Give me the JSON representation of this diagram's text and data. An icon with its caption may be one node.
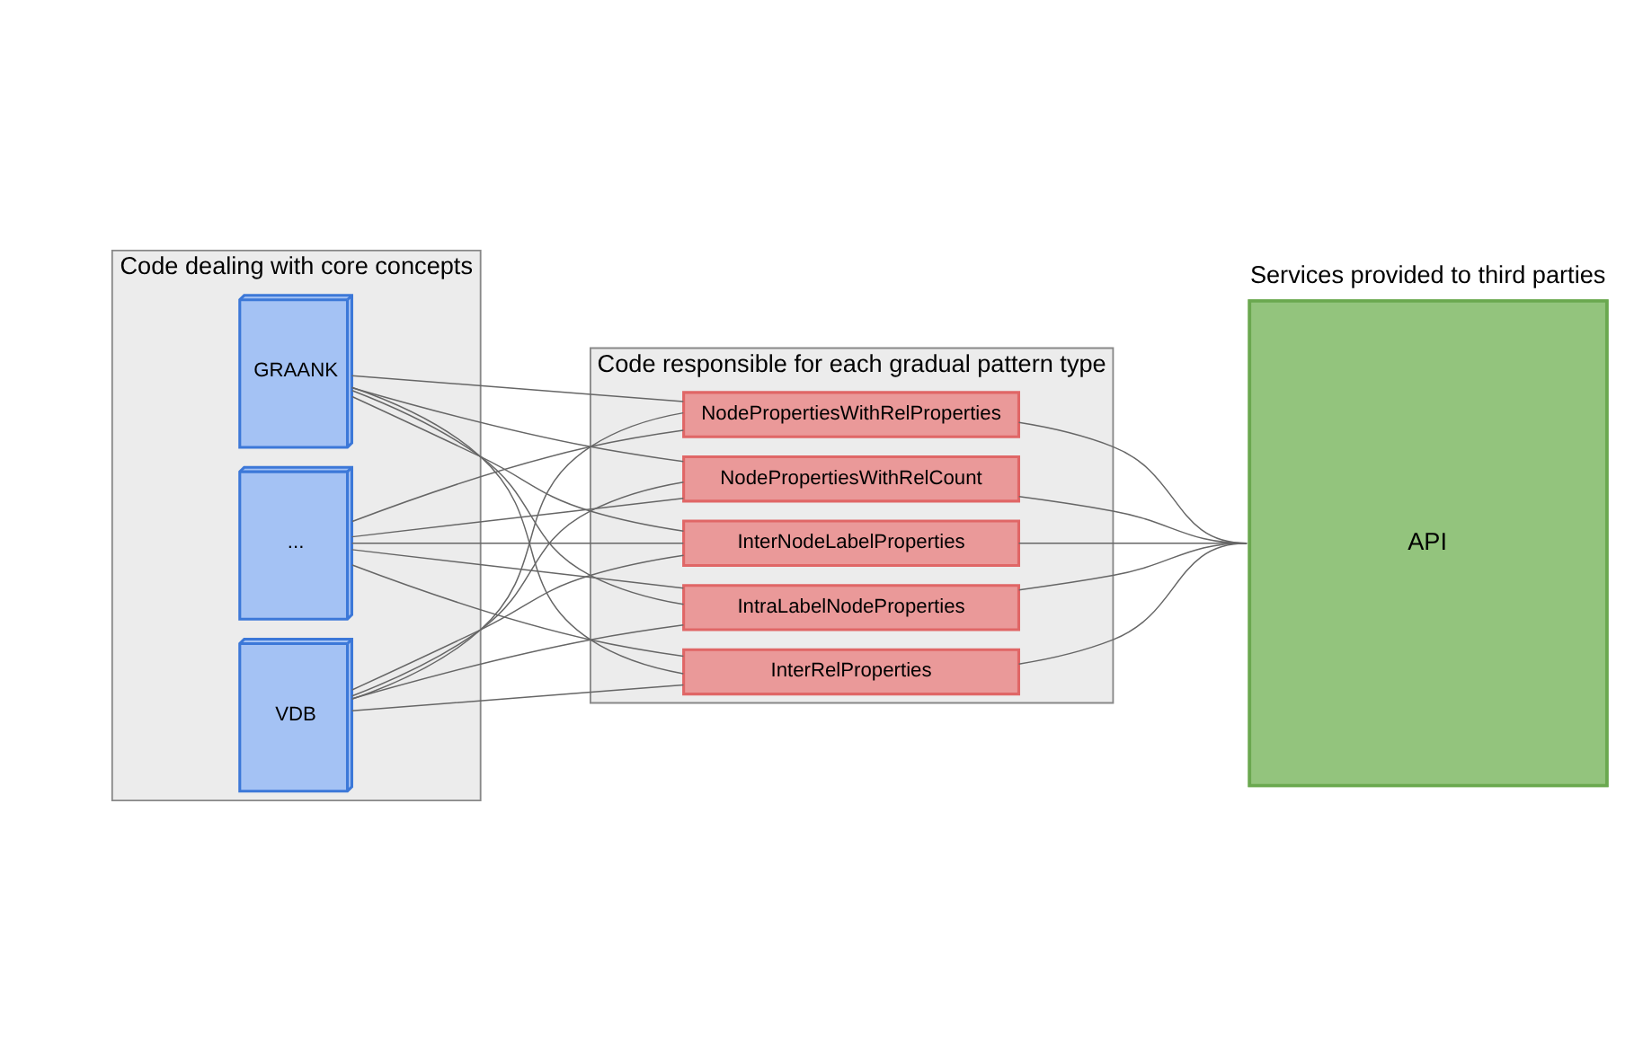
{
  "diagram": {
    "nodes": [
      {
        "text": [
          "Code dealing with core concepts"
        ]
      },
      {
        "text": [
          "GRAANK"
        ],
        "in": 0
      },
      {
        "text": [
          "VDB"
        ],
        "in": 0
      },
      {
        "text": [
          "..."
        ],
        "in": 0
      },
      {
        "text": [
          "Code responsible for each gradual pattern type"
        ]
      },
      {
        "text": [
          "IntraLabelNodeProperties"
        ],
        "in": 4
      },
      {
        "text": [
          "InterNodeLabelProperties"
        ],
        "in": 4
      },
      {
        "text": [
          "NodePropertiesWithRelCount"
        ],
        "in": 4
      },
      {
        "text": [
          "NodePropertiesWithRelProperties"
        ],
        "in": 4
      },
      {
        "text": [
          "InterRelProperties"
        ],
        "in": 4
      },
      {
        "text": [
          "Services provided to third parties",
          "API"
        ]
      }
    ],
    "edges": [
      {
        "from": 1,
        "to": 5,
        "arrow": "none"
      },
      {
        "from": 1,
        "to": 6,
        "arrow": "none"
      },
      {
        "from": 1,
        "to": 7,
        "arrow": "none"
      },
      {
        "from": 1,
        "to": 8,
        "arrow": "none"
      },
      {
        "from": 1,
        "to": 9,
        "arrow": "none"
      },
      {
        "from": 2,
        "to": 5,
        "arrow": "none"
      },
      {
        "from": 2,
        "to": 6,
        "arrow": "none"
      },
      {
        "from": 2,
        "to": 7,
        "arrow": "none"
      },
      {
        "from": 2,
        "to": 8,
        "arrow": "none"
      },
      {
        "from": 2,
        "to": 9,
        "arrow": "none"
      },
      {
        "from": 3,
        "to": 5,
        "arrow": "none"
      },
      {
        "from": 3,
        "to": 6,
        "arrow": "none"
      },
      {
        "from": 3,
        "to": 7,
        "arrow": "none"
      },
      {
        "from": 3,
        "to": 8,
        "arrow": "none"
      },
      {
        "from": 3,
        "to": 9,
        "arrow": "none"
      },
      {
        "from": 5,
        "to": 10,
        "arrow": "none"
      },
      {
        "from": 6,
        "to": 10,
        "arrow": "none"
      },
      {
        "from": 7,
        "to": 10,
        "arrow": "none"
      },
      {
        "from": 8,
        "to": 10,
        "arrow": "none"
      },
      {
        "from": 9,
        "to": 10,
        "arrow": "none"
      }
    ]
  }
}
